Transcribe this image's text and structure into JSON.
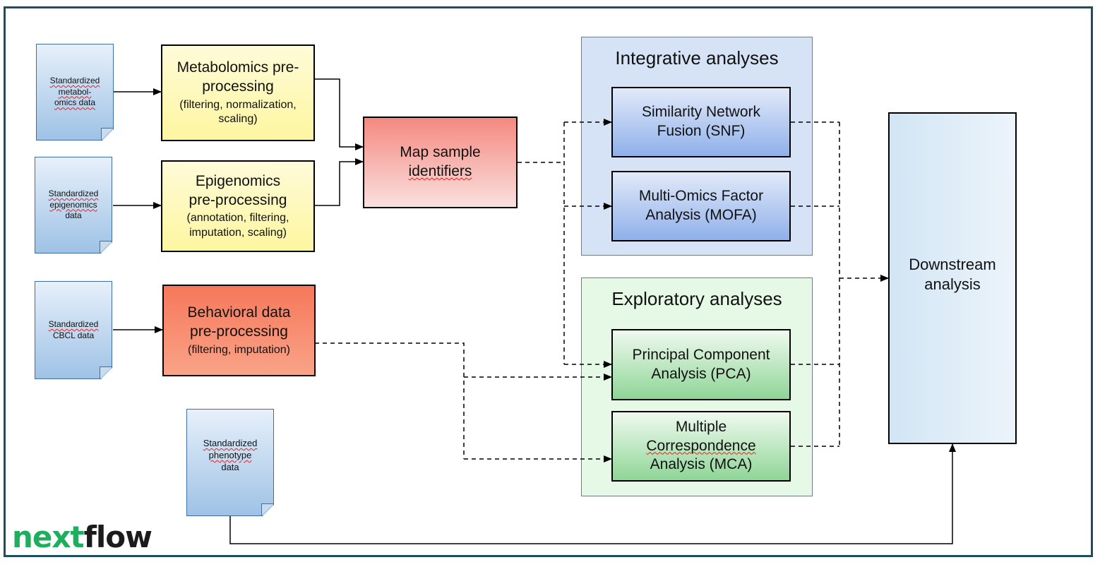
{
  "documents": {
    "metabolomics": [
      "Standardized",
      "metabol-",
      "omics data"
    ],
    "epigenomics": [
      "Standardized",
      "epigenomics",
      "data"
    ],
    "cbcl": [
      "Standardized",
      "CBCL data"
    ],
    "phenotype": [
      "Standardized",
      "phenotype",
      "data"
    ]
  },
  "preprocessing": {
    "metabolomics": {
      "title": [
        "Metabolomics pre-",
        "processing"
      ],
      "detail": [
        "(filtering, normalization,",
        "scaling)"
      ]
    },
    "epigenomics": {
      "title": [
        "Epigenomics",
        "pre-processing"
      ],
      "detail": [
        "(annotation, filtering,",
        "imputation, scaling)"
      ]
    },
    "behavioral": {
      "title": [
        "Behavioral data",
        "pre-processing"
      ],
      "detail": [
        "(filtering, imputation)"
      ]
    }
  },
  "map_samples": [
    "Map sample",
    "identifiers"
  ],
  "integrative": {
    "title": "Integrative analyses",
    "snf": [
      "Similarity Network",
      "Fusion (SNF)"
    ],
    "mofa": [
      "Multi-Omics Factor",
      "Analysis (MOFA)"
    ]
  },
  "exploratory": {
    "title": "Exploratory analyses",
    "pca": [
      "Principal Component",
      "Analysis (PCA)"
    ],
    "mca": [
      "Multiple",
      "Correspondence",
      "Analysis (MCA)"
    ]
  },
  "downstream": [
    "Downstream",
    "analysis"
  ],
  "logo": {
    "part1": "next",
    "part2": "flow",
    "accent_color": "#1fae5e"
  },
  "colors": {
    "frame": "#1f4e5f",
    "integrative_panel": "#d6e3f6",
    "exploratory_panel": "#e6f9e6"
  }
}
